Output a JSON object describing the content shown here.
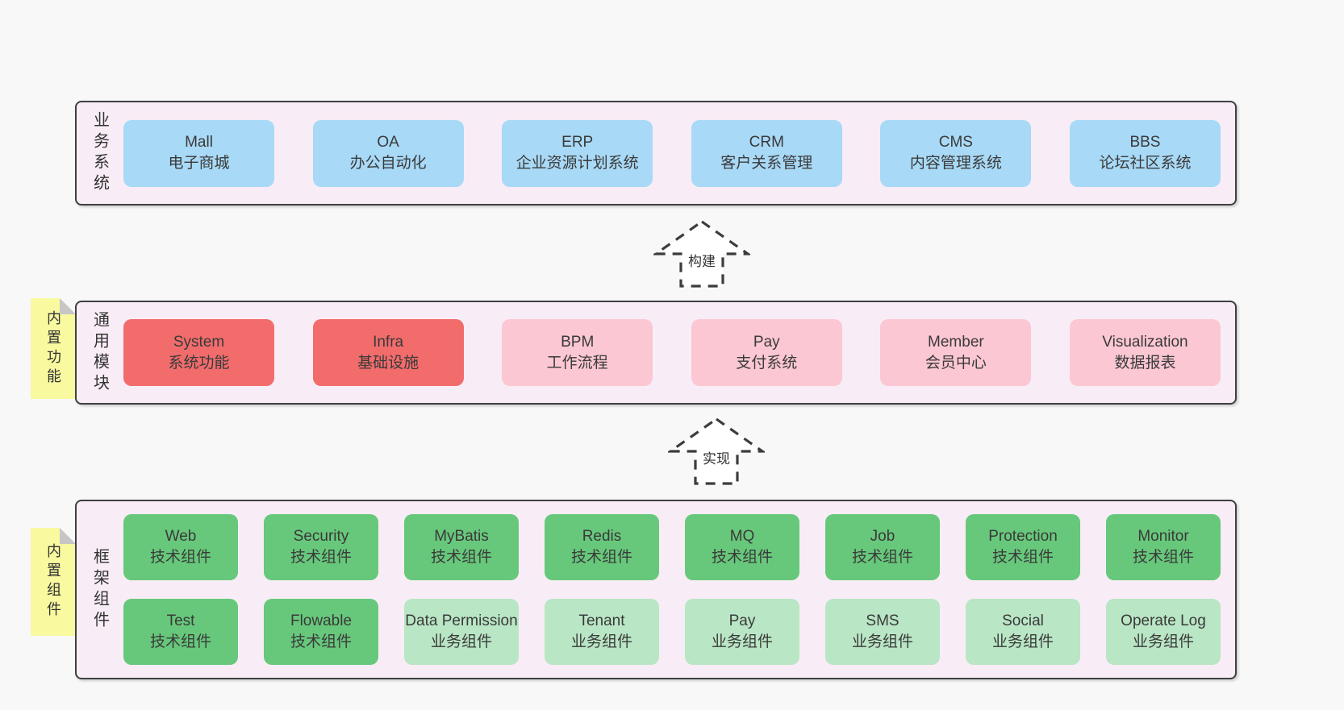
{
  "colors": {
    "page_bg": "#f8f8f8",
    "section_bg": "#f8edf6",
    "section_border": "#3f3f3f",
    "box_blue": "#a8d9f6",
    "box_red": "#f26c6c",
    "box_pink": "#fbc7d3",
    "box_green": "#67c87b",
    "box_light_green": "#b9e6c5",
    "note_yellow": "#f9f9a0",
    "note_fold_gray": "#c6c6c6",
    "text": "#3a3a3a"
  },
  "arrows": {
    "build": {
      "label": "构建"
    },
    "implement": {
      "label": "实现"
    }
  },
  "sections": {
    "business": {
      "label": "业务系统",
      "boxes": [
        {
          "title": "Mall",
          "subtitle": "电子商城"
        },
        {
          "title": "OA",
          "subtitle": "办公自动化"
        },
        {
          "title": "ERP",
          "subtitle": "企业资源计划系统"
        },
        {
          "title": "CRM",
          "subtitle": "客户关系管理"
        },
        {
          "title": "CMS",
          "subtitle": "内容管理系统"
        },
        {
          "title": "BBS",
          "subtitle": "论坛社区系统"
        }
      ]
    },
    "modules": {
      "label": "通用模块",
      "note": "内置功能",
      "boxes": [
        {
          "title": "System",
          "subtitle": "系统功能",
          "variant": "red"
        },
        {
          "title": "Infra",
          "subtitle": "基础设施",
          "variant": "red"
        },
        {
          "title": "BPM",
          "subtitle": "工作流程",
          "variant": "pink"
        },
        {
          "title": "Pay",
          "subtitle": "支付系统",
          "variant": "pink"
        },
        {
          "title": "Member",
          "subtitle": "会员中心",
          "variant": "pink"
        },
        {
          "title": "Visualization",
          "subtitle": "数据报表",
          "variant": "pink"
        }
      ]
    },
    "components": {
      "label": "框架组件",
      "note": "内置组件",
      "row1": [
        {
          "title": "Web",
          "subtitle": "技术组件",
          "variant": "green"
        },
        {
          "title": "Security",
          "subtitle": "技术组件",
          "variant": "green"
        },
        {
          "title": "MyBatis",
          "subtitle": "技术组件",
          "variant": "green"
        },
        {
          "title": "Redis",
          "subtitle": "技术组件",
          "variant": "green"
        },
        {
          "title": "MQ",
          "subtitle": "技术组件",
          "variant": "green"
        },
        {
          "title": "Job",
          "subtitle": "技术组件",
          "variant": "green"
        },
        {
          "title": "Protection",
          "subtitle": "技术组件",
          "variant": "green"
        },
        {
          "title": "Monitor",
          "subtitle": "技术组件",
          "variant": "green"
        }
      ],
      "row2": [
        {
          "title": "Test",
          "subtitle": "技术组件",
          "variant": "green"
        },
        {
          "title": "Flowable",
          "subtitle": "技术组件",
          "variant": "green"
        },
        {
          "title": "Data Permission",
          "subtitle": "业务组件",
          "variant": "light-green"
        },
        {
          "title": "Tenant",
          "subtitle": "业务组件",
          "variant": "light-green"
        },
        {
          "title": "Pay",
          "subtitle": "业务组件",
          "variant": "light-green"
        },
        {
          "title": "SMS",
          "subtitle": "业务组件",
          "variant": "light-green"
        },
        {
          "title": "Social",
          "subtitle": "业务组件",
          "variant": "light-green"
        },
        {
          "title": "Operate Log",
          "subtitle": "业务组件",
          "variant": "light-green"
        }
      ]
    }
  }
}
